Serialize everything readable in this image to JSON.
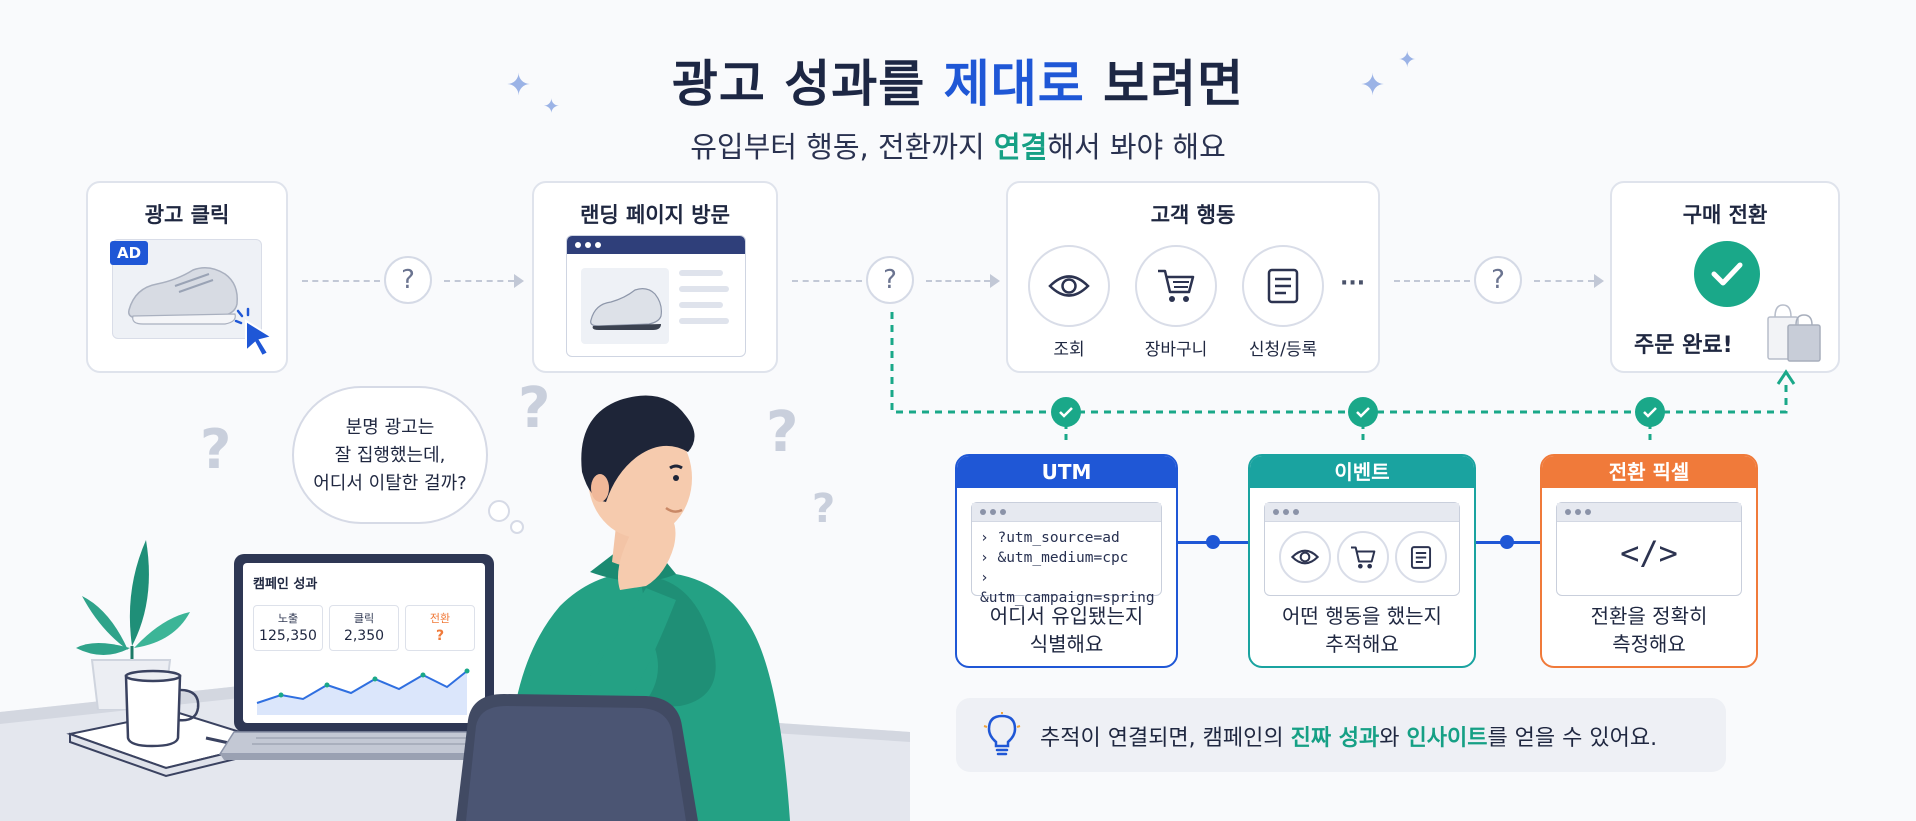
{
  "header": {
    "title_part1": "광고 성과를 ",
    "title_highlight": "제대로",
    "title_part2": " 보려면",
    "subtitle_part1": "유입부터 행동, 전환까지 ",
    "subtitle_highlight": "연결",
    "subtitle_part2": "해서 봐야 해요"
  },
  "flow": {
    "ad_click": {
      "title": "광고 클릭",
      "badge": "AD"
    },
    "landing": {
      "title": "랜딩 페이지 방문"
    },
    "behavior": {
      "title": "고객 행동",
      "actions": [
        {
          "label": "조회",
          "icon": "eye-icon"
        },
        {
          "label": "장바구니",
          "icon": "cart-icon"
        },
        {
          "label": "신청/등록",
          "icon": "form-icon"
        }
      ],
      "more": "···"
    },
    "purchase": {
      "title": "구매 전환",
      "done": "주문 완료!"
    },
    "unknown_mark": "?"
  },
  "tracking": {
    "utm": {
      "title": "UTM",
      "color": "#1f57d6",
      "code": [
        "› ?utm_source=ad",
        "› &utm_medium=cpc",
        "› &utm_campaign=spring"
      ],
      "desc_line1": "어디서 유입됐는지",
      "desc_line2": "식별해요"
    },
    "event": {
      "title": "이벤트",
      "color": "#1aa3a0",
      "desc_line1": "어떤 행동을 했는지",
      "desc_line2": "추적해요"
    },
    "pixel": {
      "title": "전환 픽셀",
      "color": "#f07a3a",
      "code_symbol": "</>",
      "desc_line1": "전환을 정확히",
      "desc_line2": "측정해요"
    }
  },
  "insight": {
    "part1": "추적이 연결되면, 캠페인의 ",
    "hl1": "진짜 성과",
    "part2": "와 ",
    "hl2": "인사이트",
    "part3": "를 얻을 수 있어요."
  },
  "thought_bubble": {
    "line1": "분명 광고는",
    "line2": "잘 집행했는데,",
    "line3": "어디서 이탈한 걸까?"
  },
  "laptop": {
    "title": "캠페인 성과",
    "metrics": [
      {
        "label": "노출",
        "value": "125,350"
      },
      {
        "label": "클릭",
        "value": "2,350"
      },
      {
        "label": "전환",
        "value": "?"
      }
    ]
  },
  "colors": {
    "accent_blue": "#1f57d6",
    "accent_green": "#16a085",
    "accent_orange": "#f07a3a"
  }
}
